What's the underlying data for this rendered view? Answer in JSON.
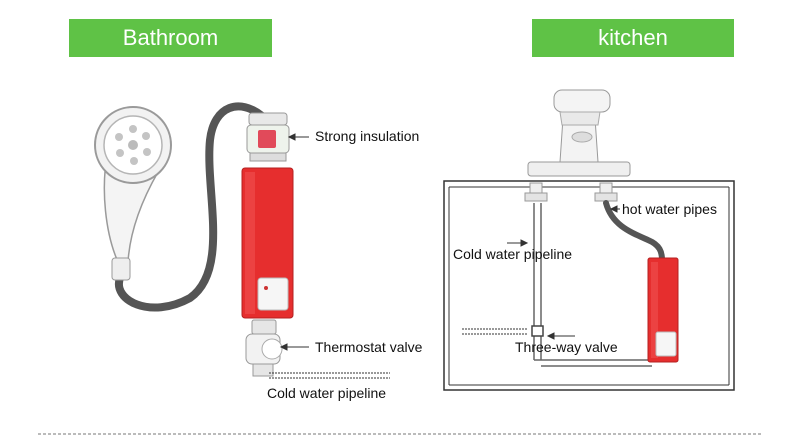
{
  "sections": {
    "bathroom": {
      "title": "Bathroom"
    },
    "kitchen": {
      "title": "kitchen"
    }
  },
  "bathroom_labels": {
    "strong_insulation": "Strong insulation",
    "thermostat_valve": "Thermostat valve",
    "cold_water_pipeline": "Cold water pipeline"
  },
  "kitchen_labels": {
    "hot_water_pipes": "hot water pipes",
    "cold_water_pipeline": "Cold water pipeline",
    "three_way_valve": "Three-way valve"
  },
  "colors": {
    "banner_green": "#5fc246",
    "heater_red": "#e62e2e",
    "hose_gray": "#555555"
  }
}
